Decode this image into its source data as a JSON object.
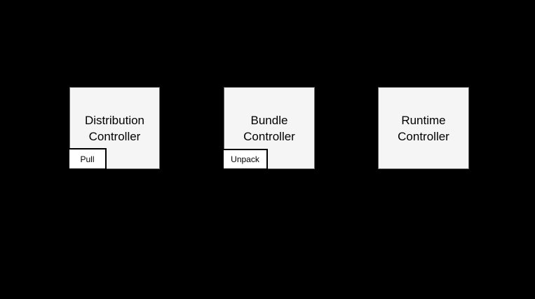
{
  "canvas": {
    "background_color": "#000000"
  },
  "diagram": {
    "colors": {
      "node_fill": "#F5F5F5",
      "node_stroke": "#666666",
      "sub_node_fill": "#FFFFFF",
      "sub_node_stroke": "#000000",
      "label_text": "#000000"
    },
    "nodes": [
      {
        "id": "distribution-controller",
        "label": "Distribution\nController",
        "sub_label": "Pull"
      },
      {
        "id": "bundle-controller",
        "label": "Bundle\nController",
        "sub_label": "Unpack"
      },
      {
        "id": "runtime-controller",
        "label": "Runtime\nController",
        "sub_label": null
      }
    ]
  }
}
